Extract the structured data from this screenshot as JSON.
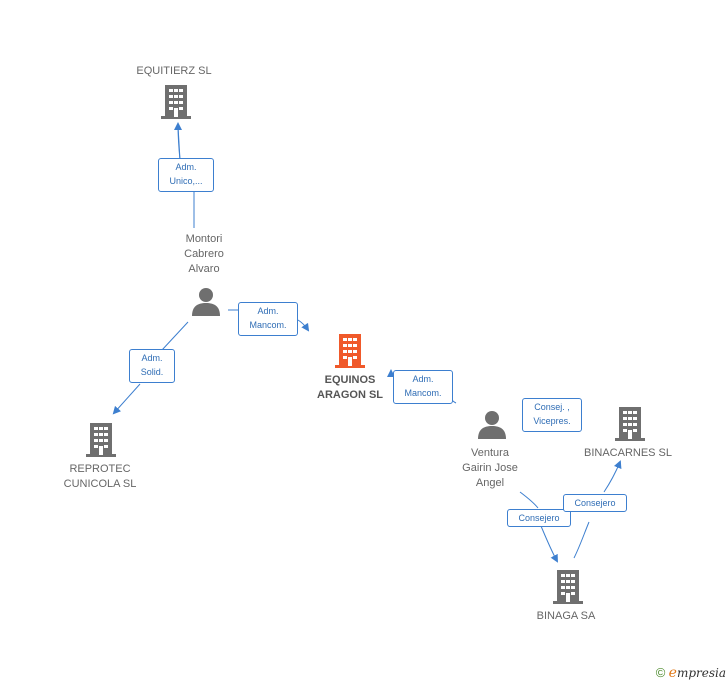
{
  "nodes": {
    "equitierz": {
      "label": "EQUITIERZ  SL"
    },
    "montori": {
      "label": "Montori\nCabrero\nAlvaro"
    },
    "equinos": {
      "label": "EQUINOS\nARAGON  SL"
    },
    "reprotec": {
      "label": "REPROTEC\nCUNICOLA SL"
    },
    "ventura": {
      "label": "Ventura\nGairin Jose\nAngel"
    },
    "binacarnes": {
      "label": "BINACARNES SL"
    },
    "binaga": {
      "label": "BINAGA SA"
    }
  },
  "edges": {
    "montori_equitierz": "Adm.\nUnico,...",
    "montori_equinos": "Adm.\nMancom.",
    "montori_reprotec": "Adm.\nSolid.",
    "ventura_equinos": "Adm.\nMancom.",
    "ventura_binacarnes_consej": "Consej. ,\nVicepres.",
    "ventura_binaga": "Consejero",
    "binaga_binacarnes": "Consejero"
  },
  "colors": {
    "company_icon": "#6f6f6f",
    "main_company_icon": "#f0592a",
    "person_icon": "#6f6f6f",
    "edge": "#3d7fcf"
  },
  "brand": {
    "copyright": "©",
    "e": "e",
    "rest": "mpresia"
  }
}
